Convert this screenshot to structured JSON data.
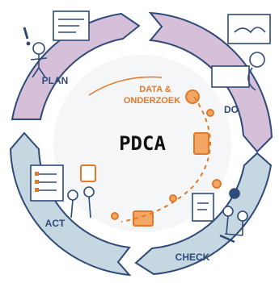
{
  "diagram": {
    "center_label": "PDCA",
    "inner_label_line1": "DATA &",
    "inner_label_line2": "ONDERZOEK",
    "stages": {
      "plan": "PLAN",
      "do": "DO",
      "check": "CHECK",
      "act": "ACT"
    },
    "colors": {
      "plan_fill": "#d6bfd9",
      "do_fill": "#d6bfd9",
      "check_fill": "#c5d8e2",
      "act_fill": "#c5d8e2",
      "outline": "#2f4a78",
      "accent": "#e07a2a"
    }
  }
}
